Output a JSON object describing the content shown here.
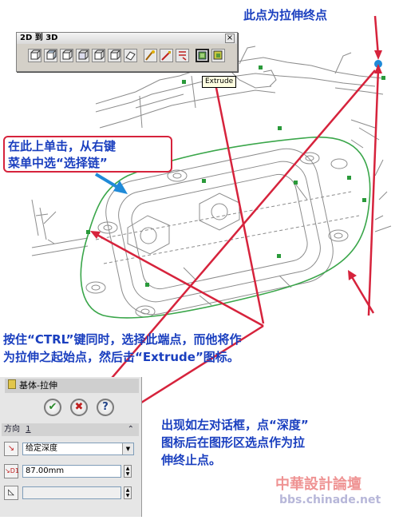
{
  "annotations": {
    "top": "此点为拉伸终点",
    "left_line1": "在此上单击，从右键",
    "left_line2": "菜单中选“选择链”",
    "mid_line1": "按住“CTRL”键同时，选择此端点，而他将作",
    "mid_line2": "为拉伸之起始点，然后击“Extrude”图标。",
    "bottom_line1": "出现如左对话框，点“深度”",
    "bottom_line2": "图标后在图形区选点作为拉",
    "bottom_line3": "伸终止点。"
  },
  "toolbar": {
    "title": "2D 到 3D",
    "close": "×",
    "buttons": [
      "front-view-icon",
      "top-view-icon",
      "right-view-icon",
      "bottom-view-icon",
      "left-view-icon",
      "back-view-icon",
      "auxiliary-view-icon",
      "convert-entities-icon",
      "edit-sketch-icon",
      "repair-sketch-icon",
      "extrude-icon",
      "cut-icon"
    ],
    "tooltip": "Extrude"
  },
  "dialog": {
    "title": "基体-拉伸",
    "ok": "✔",
    "cancel": "✖",
    "help": "?",
    "section_label": "方向",
    "section_index": "1",
    "end_condition": "给定深度",
    "depth_icon_label": "↘D1",
    "depth_value": "87.00mm"
  },
  "watermark": {
    "line1": "中華設計論壇",
    "line2": "bbs.chinade.net"
  },
  "colors": {
    "annotation_text": "#1a3fbf",
    "arrow_red": "#d6233c",
    "arrow_blue": "#1f8ad8",
    "chain_green": "#3aa64a",
    "drawing_gray": "#808080"
  }
}
